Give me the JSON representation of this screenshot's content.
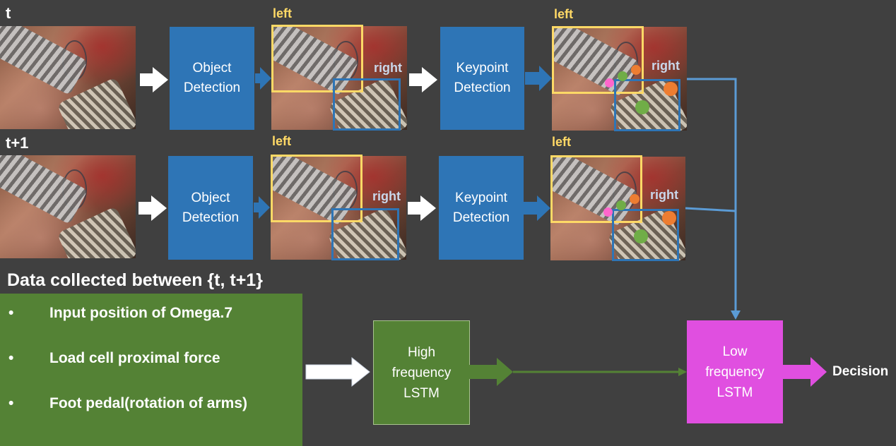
{
  "rows": [
    {
      "label": "t",
      "detect_label_l1": "Object",
      "detect_label_l2": "Detection",
      "keypoint_label_l1": "Keypoint",
      "keypoint_label_l2": "Detection",
      "left_label": "left",
      "right_label": "right"
    },
    {
      "label": "t+1",
      "detect_label_l1": "Object",
      "detect_label_l2": "Detection",
      "keypoint_label_l1": "Keypoint",
      "keypoint_label_l2": "Detection",
      "left_label": "left",
      "right_label": "right"
    }
  ],
  "data_section": {
    "title": "Data collected between {t, t+1}",
    "bullet_glyph": "•",
    "items": [
      "Input position of Omega.7",
      "Load cell proximal force",
      "Foot pedal(rotation of arms)"
    ]
  },
  "hf_lstm": {
    "line1": "High",
    "line2": "frequency",
    "line3": "LSTM"
  },
  "lf_lstm": {
    "line1": "Low",
    "line2": "frequency",
    "line3": "LSTM"
  },
  "decision": "Decision",
  "colors": {
    "background": "#404040",
    "blue_box": "#2e75b6",
    "left_bbox": "#ffd966",
    "right_bbox": "#2e75b6",
    "green": "#548235",
    "magenta": "#e04fe0",
    "connector_blue": "#5b9bd5",
    "connector_green": "#548235",
    "keypoint_green": "#70ad47",
    "keypoint_orange": "#ed7d31",
    "keypoint_pink": "#ff66cc"
  }
}
